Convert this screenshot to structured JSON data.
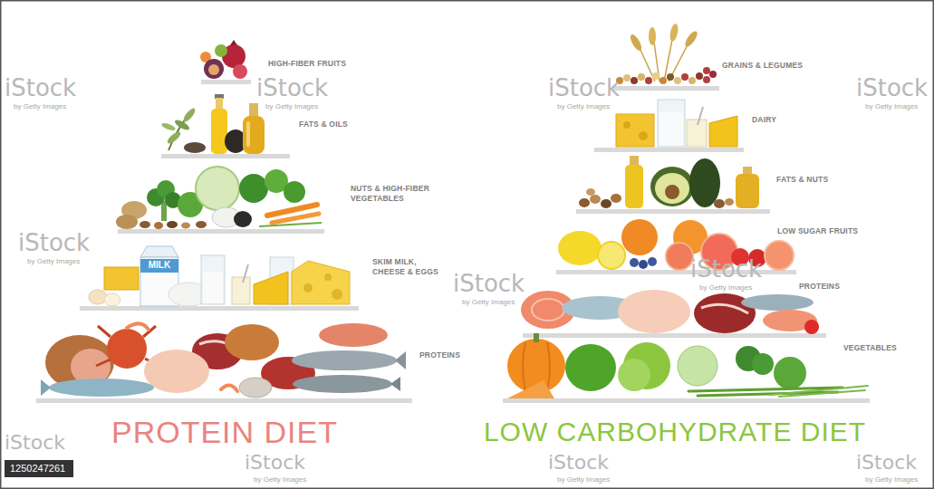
{
  "diagram": {
    "nodes": [
      {
        "text": [
          "1250247261"
        ]
      }
    ],
    "labels": [
      "PROTEIN DIET",
      "LOW CARBOHYDRATE DIET",
      "HIGH-FIBER FRUITS",
      "FATS & OILS",
      "NUTS & HIGH-FIBER VEGETABLES",
      "SKIM MILK, CHEESE & EGGS",
      "PROTEINS",
      "GRAINS & LEGUMES",
      "DAIRY",
      "FATS & NUTS",
      "LOW SUGAR FRUITS",
      "PROTEINS",
      "VEGETABLES",
      "MILK",
      "iStock",
      "by Getty Images",
      "iStock",
      "by Getty Images",
      "iStock",
      "by Getty Images",
      "iStock",
      "by Getty Images",
      "iStock",
      "by Getty Images",
      "iStock",
      "by Getty Images",
      "iStock",
      "by Getty Images",
      "iStock",
      "iStock",
      "by Getty Images",
      "iStock",
      "by Getty Images",
      "iStock",
      "by Getty Images"
    ]
  }
}
